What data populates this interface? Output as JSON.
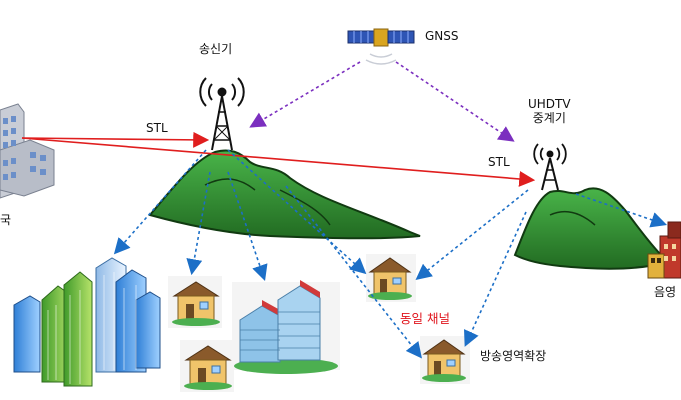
{
  "labels": {
    "transmitter": "송신기",
    "gnss": "GNSS",
    "stl_left": "STL",
    "stl_right": "STL",
    "uhdtv_line1": "UHDTV",
    "uhdtv_line2": "중계기",
    "station_partial": "국",
    "same_channel": "동일 채널",
    "coverage_expansion": "방송영역확장",
    "shadow_area_partial": "음영"
  },
  "colors": {
    "stl_link": "#e01e1e",
    "gnss_link": "#7b2fbf",
    "coverage_link": "#1c6fc7",
    "mountain": "#3b9a3b",
    "mountain_dark": "#1a4d1a",
    "same_channel_text": "#e0141c"
  }
}
